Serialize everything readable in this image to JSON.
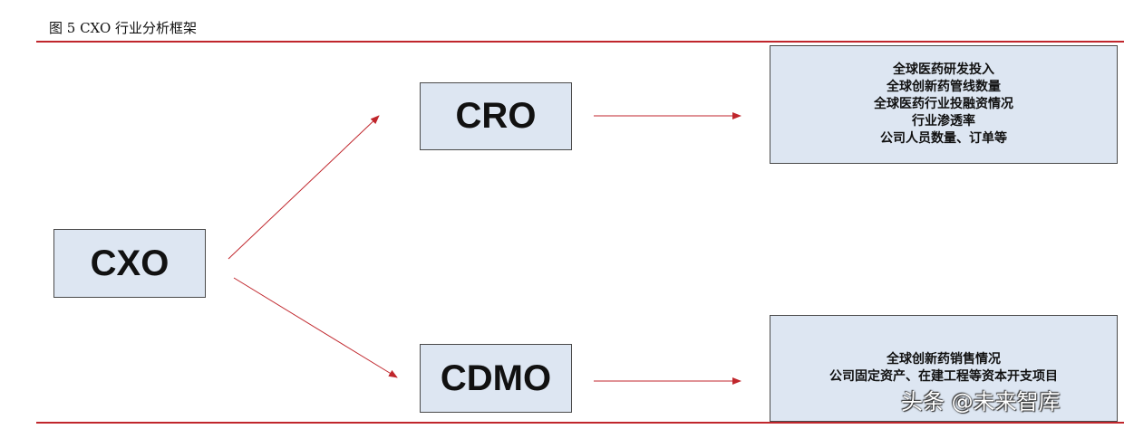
{
  "figure": {
    "title": "图 5 CXO 行业分析框架"
  },
  "nodes": {
    "cxo": "CXO",
    "cro": "CRO",
    "cdmo": "CDMO"
  },
  "cro_details": [
    "全球医药研发投入",
    "全球创新药管线数量",
    "全球医药行业投融资情况",
    "行业渗透率",
    "公司人员数量、订单等"
  ],
  "cdmo_details": [
    "全球创新药销售情况",
    "公司固定资产、在建工程等资本开支项目"
  ],
  "watermark": "头条 @未来智库",
  "colors": {
    "arrow": "#c0262c",
    "box_fill": "#dde6f2",
    "rule": "#c0262c"
  }
}
